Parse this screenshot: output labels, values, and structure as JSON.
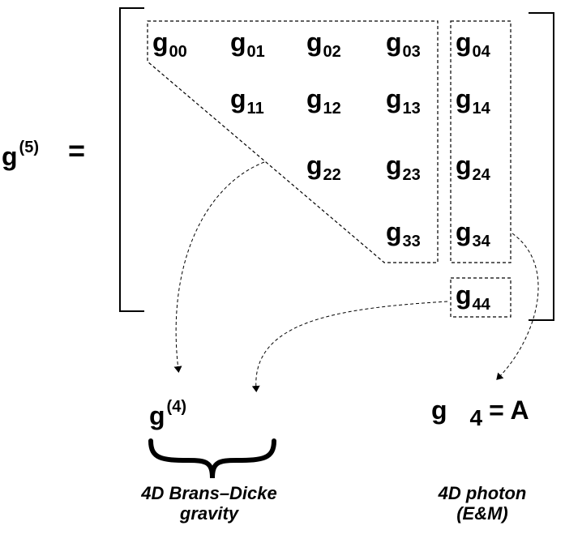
{
  "lhs": {
    "symbol": "g",
    "superscript": "(5)",
    "equals": "="
  },
  "matrix": {
    "rows": [
      [
        {
          "base": "g",
          "sub": "00"
        },
        {
          "base": "g",
          "sub": "01"
        },
        {
          "base": "g",
          "sub": "02"
        },
        {
          "base": "g",
          "sub": "03"
        },
        {
          "base": "g",
          "sub": "04"
        }
      ],
      [
        {
          "base": "g",
          "sub": "11"
        },
        {
          "base": "g",
          "sub": "12"
        },
        {
          "base": "g",
          "sub": "13"
        },
        {
          "base": "g",
          "sub": "14"
        }
      ],
      [
        {
          "base": "g",
          "sub": "22"
        },
        {
          "base": "g",
          "sub": "23"
        },
        {
          "base": "g",
          "sub": "24"
        }
      ],
      [
        {
          "base": "g",
          "sub": "33"
        },
        {
          "base": "g",
          "sub": "34"
        }
      ],
      [
        {
          "base": "g",
          "sub": "44"
        }
      ]
    ]
  },
  "targets": {
    "g4d": {
      "symbol": "g",
      "superscript": "(4)"
    },
    "photon": {
      "symbol": "g",
      "subscript": "4",
      "equals": "= A"
    }
  },
  "captions": {
    "brans_dicke_line1": "4D Brans–Dicke",
    "brans_dicke_line2": "gravity",
    "photon_line1": "4D photon",
    "photon_line2": "(E&M)"
  }
}
